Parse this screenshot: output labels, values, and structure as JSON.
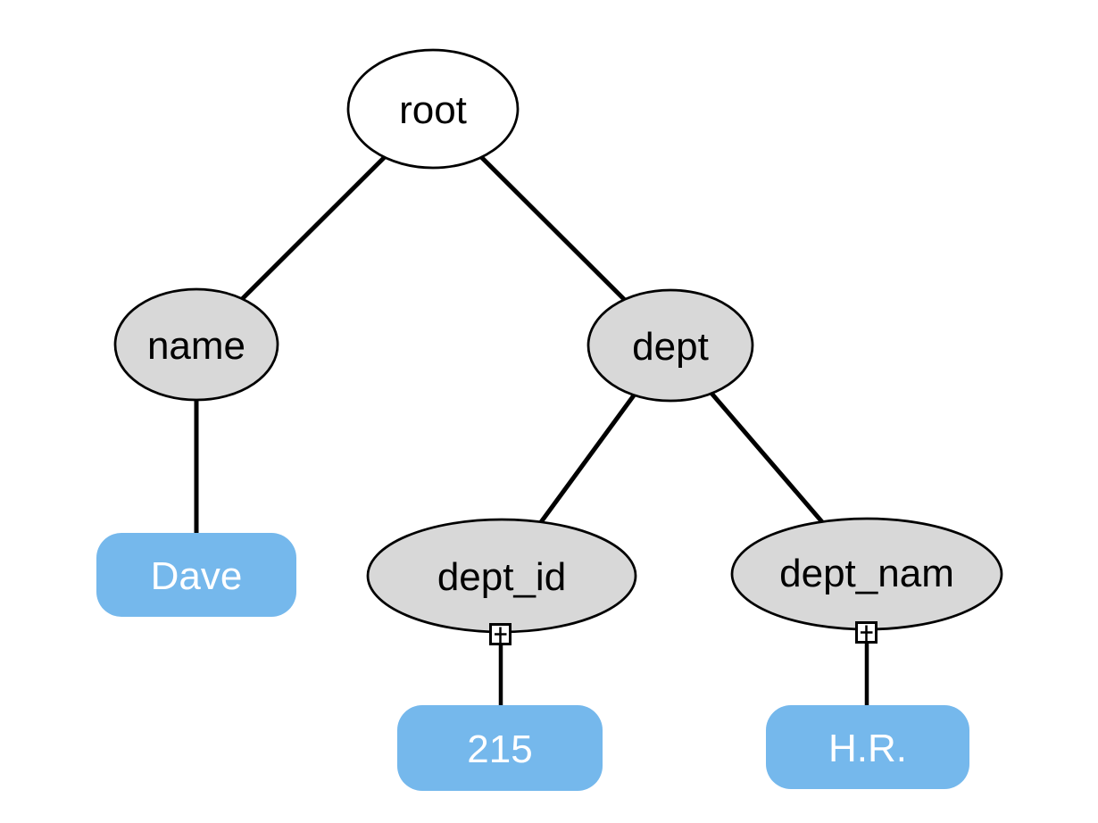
{
  "colors": {
    "background": "#ffffff",
    "root_node_fill": "#ffffff",
    "element_node_fill": "#d8d8d8",
    "value_node_fill": "#75b8ec",
    "outline": "#000000",
    "edge": "#000000",
    "node_text": "#000000",
    "value_text": "#ffffff"
  },
  "icons": {
    "expander": "plus-in-box"
  },
  "tree": {
    "label": "root",
    "children": [
      {
        "label": "name",
        "value": "Dave"
      },
      {
        "label": "dept",
        "children": [
          {
            "label": "dept_id",
            "value": "215",
            "expander": "plus"
          },
          {
            "label": "dept_nam",
            "value": "H.R.",
            "expander": "plus"
          }
        ]
      }
    ]
  }
}
